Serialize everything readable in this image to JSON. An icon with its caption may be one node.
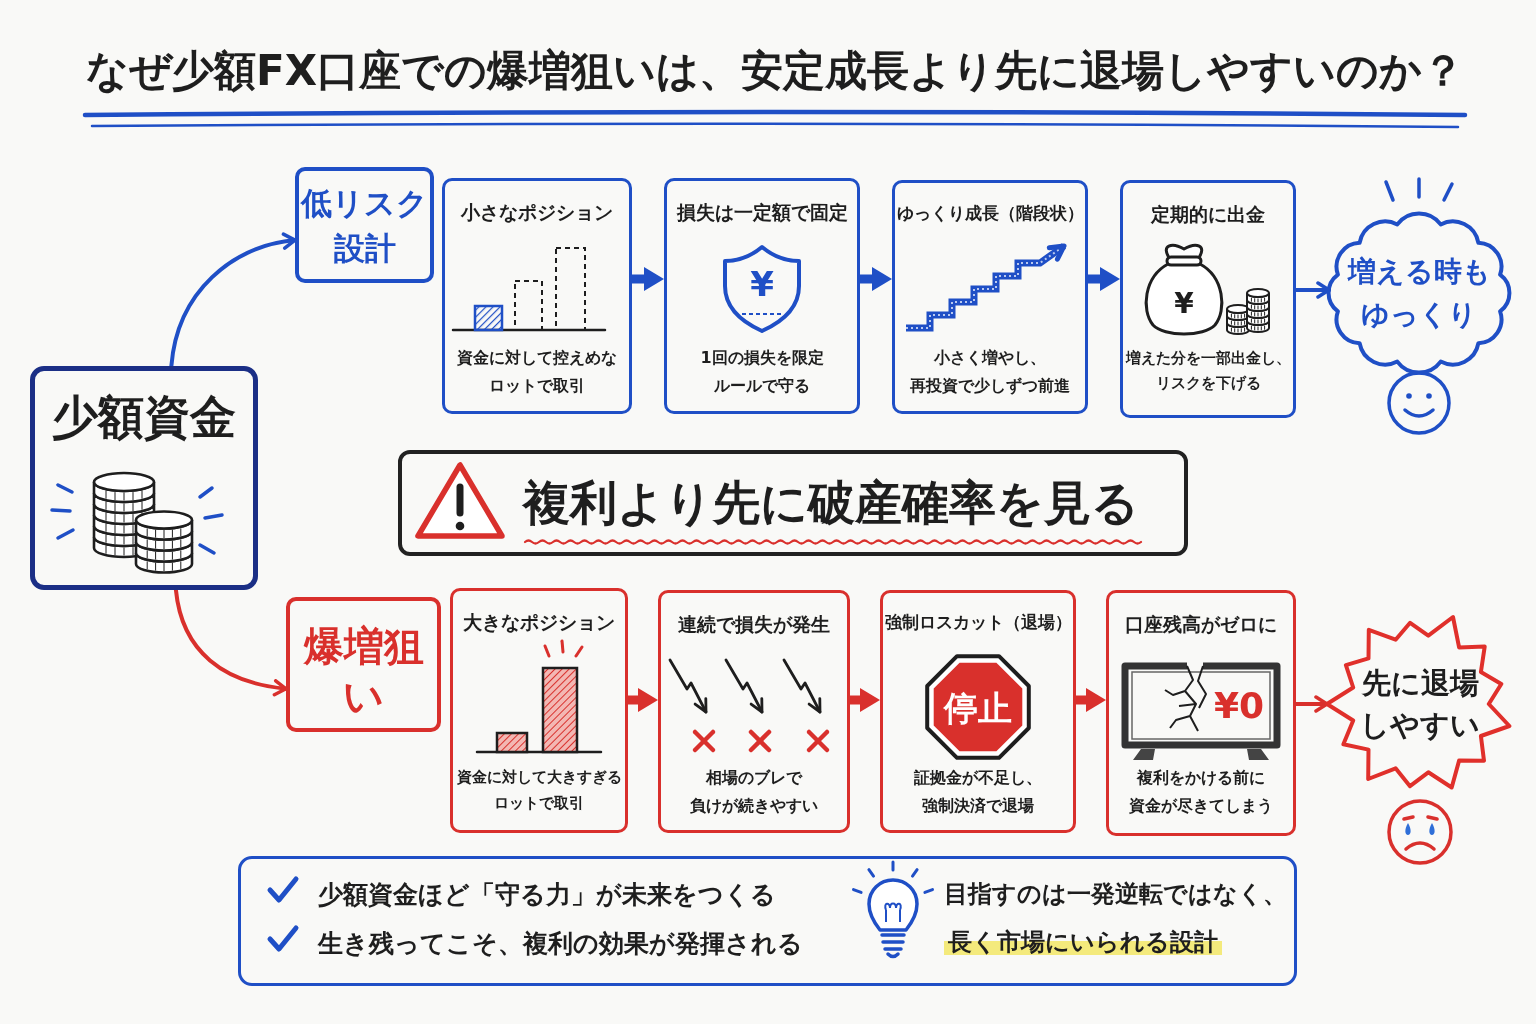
{
  "diagram": {
    "title": "なぜ少額FX口座での爆増狙いは、安定成長より先に退場しやすいのか？",
    "nodes": [
      {
        "text": [
          "少額資金"
        ]
      },
      {
        "text": [
          "低リスク設計"
        ]
      },
      {
        "text": [
          "小さなポジション",
          "資金に対して控えめなロットで取引"
        ]
      },
      {
        "text": [
          "損失は一定額で固定",
          "1回の損失を限定ルールで守る"
        ]
      },
      {
        "text": [
          "ゆっくり成長（階段状）",
          "小さく増やし、再投資で少しずつ前進"
        ]
      },
      {
        "text": [
          "定期的に出金",
          "増えた分を一部出金し、リスクを下げる"
        ]
      },
      {
        "text": [
          "増える時もゆっくり"
        ]
      },
      {
        "text": [
          "複利より先に破産確率を見る"
        ]
      },
      {
        "text": [
          "爆増狙い"
        ]
      },
      {
        "text": [
          "大きなポジション",
          "資金に対して大きすぎるロットで取引"
        ]
      },
      {
        "text": [
          "連続で損失が発生",
          "相場のブレで負けが続きやすい"
        ]
      },
      {
        "text": [
          "強制ロスカット（退場）",
          "証拠金が不足し、強制決済で退場"
        ]
      },
      {
        "text": [
          "口座残高がゼロに",
          "複利をかける前に資金が尽きてしまう"
        ]
      },
      {
        "text": [
          "先に退場しやすい"
        ]
      },
      {
        "text": [
          "少額資金ほど「守る力」が未来をつくる",
          "生き残ってこそ、複利の効果が発揮される",
          "目指すのは一発逆転ではなく、**長く市場にいられる設計**"
        ]
      }
    ],
    "edges": [
      {
        "from": 0,
        "to": 1,
        "arrow": "to"
      },
      {
        "from": 2,
        "to": 3,
        "arrow": "to",
        "style": "thick"
      },
      {
        "from": 3,
        "to": 4,
        "arrow": "to",
        "style": "thick"
      },
      {
        "from": 4,
        "to": 5,
        "arrow": "to",
        "style": "thick"
      },
      {
        "from": 5,
        "to": 6,
        "arrow": "to"
      },
      {
        "from": 0,
        "to": 8,
        "arrow": "to",
        "color": "#d9302c"
      },
      {
        "from": 9,
        "to": 10,
        "arrow": "to",
        "style": "thick",
        "color": "#d9302c"
      },
      {
        "from": 10,
        "to": 11,
        "arrow": "to",
        "style": "thick",
        "color": "#d9302c"
      },
      {
        "from": 11,
        "to": 12,
        "arrow": "to",
        "style": "thick",
        "color": "#d9302c"
      },
      {
        "from": 12,
        "to": 13,
        "arrow": "to",
        "color": "#d9302c"
      }
    ],
    "labels": [
      "¥",
      "¥",
      "停止",
      "¥0"
    ]
  }
}
